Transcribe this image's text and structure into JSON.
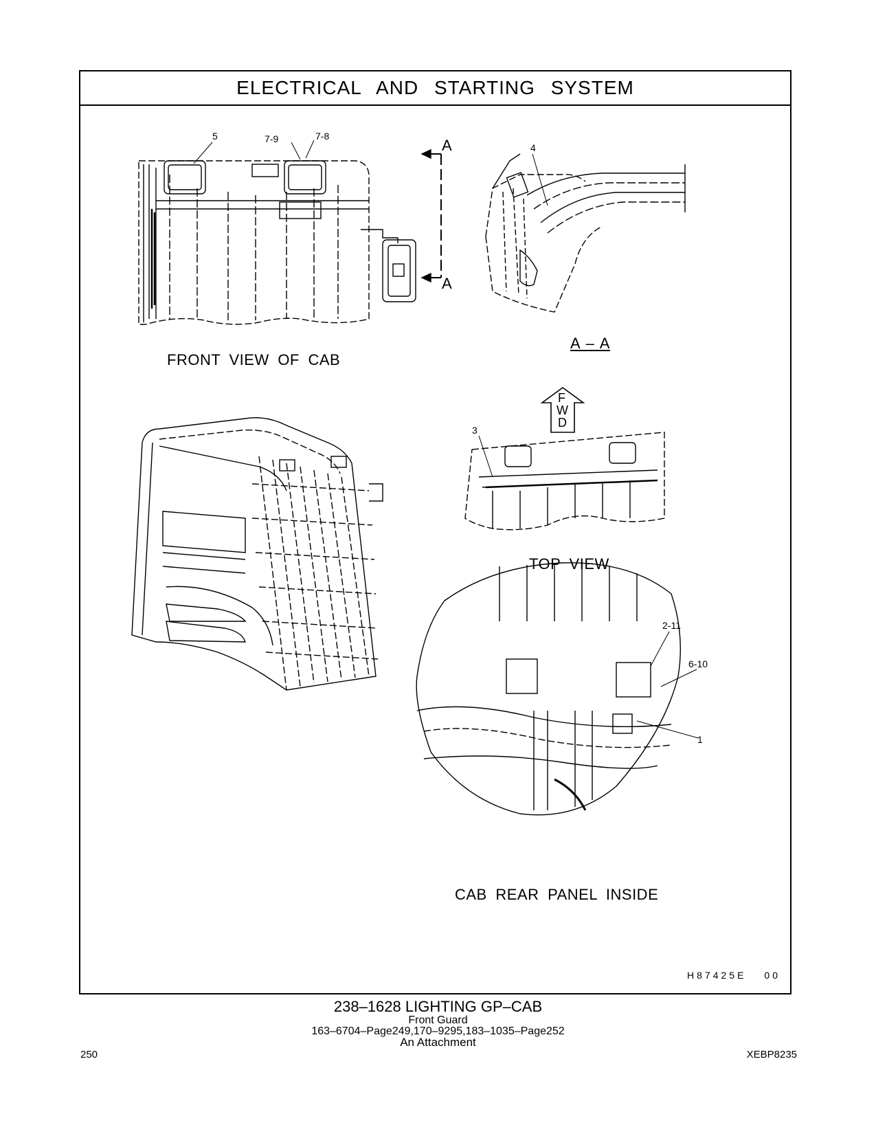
{
  "header": {
    "title": "ELECTRICAL AND STARTING SYSTEM"
  },
  "views": {
    "front": "FRONT VIEW OF CAB",
    "section": "A – A",
    "top": "TOP VIEW",
    "rear": "CAB REAR PANEL INSIDE"
  },
  "callouts": {
    "c5": "5",
    "c79": "7-9",
    "c78": "7-8",
    "c4": "4",
    "c3": "3",
    "c211": "2-11",
    "c610": "6-10",
    "c1": "1"
  },
  "section_marks": {
    "top": "A",
    "bottom": "A"
  },
  "fwd": {
    "f": "F",
    "w": "W",
    "d": "D"
  },
  "drawing_id": {
    "code": "H87425E",
    "rev": "00"
  },
  "footer": {
    "group": "238–1628 LIGHTING GP–CAB",
    "line1": "Front Guard",
    "line2": "163–6704–Page249,170–9295,183–1035–Page252",
    "line3": "An Attachment",
    "page": "250",
    "doc": "XEBP8235"
  }
}
